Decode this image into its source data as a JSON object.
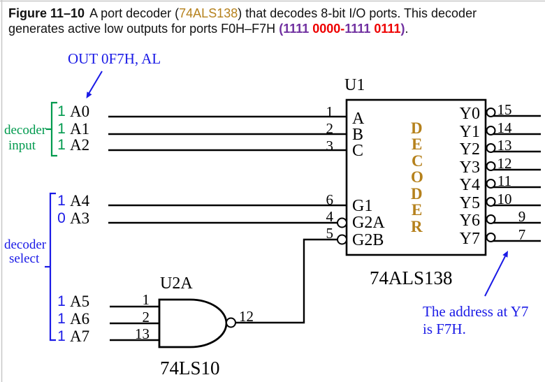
{
  "caption": {
    "figure_label": "Figure 11–10",
    "pre_chip": "A port decoder (",
    "chip": "74ALS138",
    "post_chip": ") that decodes 8-bit I/O ports. This decoder",
    "line2_pre": "generates active low outputs for ports F0H–F7H ",
    "paren_open": "(",
    "bin1": "1111",
    "bin2": " 0000-",
    "bin3": "1111",
    "bin4": " 0111",
    "paren_close": ")",
    "period": "."
  },
  "annotations": {
    "out_instruction": "OUT 0F7H, AL",
    "decoder_input_line1": "decoder",
    "decoder_input_line2": "input",
    "decoder_select_line1": "decoder",
    "decoder_select_line2": "select",
    "y7_note_line1": "The address at Y7",
    "y7_note_line2": "is F7H."
  },
  "signals": {
    "input": [
      {
        "bit": "1",
        "name": "A0"
      },
      {
        "bit": "1",
        "name": "A1"
      },
      {
        "bit": "1",
        "name": "A2"
      }
    ],
    "select_top": [
      {
        "bit": "1",
        "name": "A4"
      },
      {
        "bit": "0",
        "name": "A3"
      }
    ],
    "select_bottom": [
      {
        "bit": "1",
        "name": "A5"
      },
      {
        "bit": "1",
        "name": "A6"
      },
      {
        "bit": "1",
        "name": "A7"
      }
    ]
  },
  "u1": {
    "ref": "U1",
    "part": "74ALS138",
    "decoder_letters": [
      "D",
      "E",
      "C",
      "O",
      "D",
      "E",
      "R"
    ],
    "left_pins": [
      {
        "pin": "1",
        "label": "A"
      },
      {
        "pin": "2",
        "label": "B"
      },
      {
        "pin": "3",
        "label": "C"
      },
      {
        "pin": "6",
        "label": "G1"
      },
      {
        "pin": "4",
        "label": "G2A"
      },
      {
        "pin": "5",
        "label": "G2B"
      }
    ],
    "right_pins": [
      {
        "pin": "15",
        "label": "Y0"
      },
      {
        "pin": "14",
        "label": "Y1"
      },
      {
        "pin": "13",
        "label": "Y2"
      },
      {
        "pin": "12",
        "label": "Y3"
      },
      {
        "pin": "11",
        "label": "Y4"
      },
      {
        "pin": "10",
        "label": "Y5"
      },
      {
        "pin": "9",
        "label": "Y6"
      },
      {
        "pin": "7",
        "label": "Y7"
      }
    ]
  },
  "u2a": {
    "ref": "U2A",
    "part": "74LS10",
    "input_pins": [
      "1",
      "2",
      "13"
    ],
    "output_pin": "12"
  },
  "colors": {
    "chip_gold": "#b5811c",
    "binary_purple": "#7030a0",
    "binary_red": "#ee0000",
    "annotation_blue": "#1a1ae6",
    "input_green": "#009a4e"
  }
}
